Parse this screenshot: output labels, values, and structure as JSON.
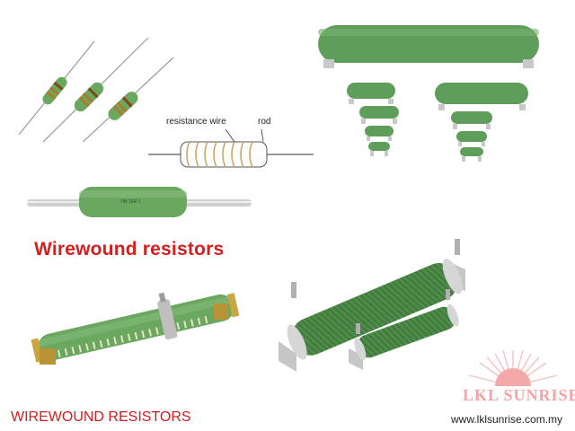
{
  "headline": "Wirewound resistors",
  "caption": "WIREWOUND RESISTORS",
  "website": "www.lklsunrise.com.my",
  "diagram": {
    "wire_label": "resistance wire",
    "rod_label": "rod"
  },
  "resistor_marking": "7W 10R J",
  "logo": {
    "text": "LKL SUNRISE"
  },
  "colors": {
    "resistor_green": "#5f9d5a",
    "headline_red": "#d81d1d",
    "logo_pink": "#f2a4a4"
  }
}
